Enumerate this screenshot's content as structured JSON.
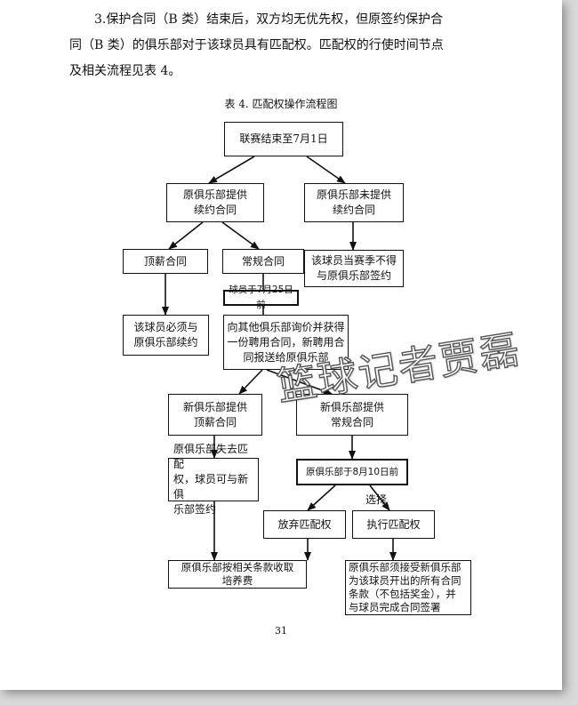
{
  "paragraph": {
    "line1": "3.保护合同（B 类）结束后，双方均无优先权，但原签约保护合",
    "line2": "同（B 类）的俱乐部对于该球员具有匹配权。匹配权的行使时间节点",
    "line3": "及相关流程见表 4。"
  },
  "caption": "表 4. 匹配权操作流程图",
  "nodes": {
    "season_end": "联赛结束至7月1日",
    "offer_renewal": [
      "原俱乐部提供",
      "续约合同"
    ],
    "no_renewal": [
      "原俱乐部未提供",
      "续约合同"
    ],
    "max_contract": "顶薪合同",
    "regular_contract": "常规合同",
    "cannot_sign": [
      "该球员当赛季不得",
      "与原俱乐部签约"
    ],
    "deadline_jul25": "球员于7月25日前",
    "must_renew": [
      "该球员必须与",
      "原俱乐部续约"
    ],
    "seek_offers": [
      "向其他俱乐部询价并获得",
      "一份聘用合同，新聘用合",
      "同报送给原俱乐部"
    ],
    "new_max": [
      "新俱乐部提供",
      "顶薪合同"
    ],
    "new_regular": [
      "新俱乐部提供",
      "常规合同"
    ],
    "lose_rights": [
      "原俱乐部失去匹配",
      "权，球员可与新俱",
      "乐部签约"
    ],
    "deadline_aug10": "原俱乐部于8月10日前",
    "choice_label": "选择",
    "waive": "放弃匹配权",
    "exercise": "执行匹配权",
    "compensation": [
      "原俱乐部按相关条款收取",
      "培养费"
    ],
    "accept_terms": [
      "原俱乐部须接受新俱乐部",
      "为该球员开出的所有合同",
      "条款（不包括奖金），并",
      "与球员完成合同签署"
    ]
  },
  "page_number": "31",
  "watermark": "篮球记者贾磊"
}
